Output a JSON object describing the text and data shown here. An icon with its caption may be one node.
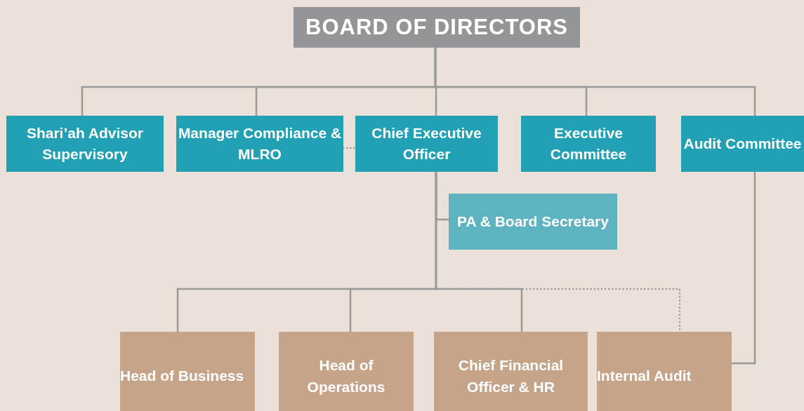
{
  "diagram": {
    "nodes": [
      {
        "text": [
          "BOARD OF DIRECTORS"
        ]
      },
      {
        "text": [
          "Shari’ah Advisor Supervisory"
        ]
      },
      {
        "text": [
          "Manager Compliance & MLRO"
        ]
      },
      {
        "text": [
          "Chief Executive Officer"
        ]
      },
      {
        "text": [
          "Executive Committee"
        ]
      },
      {
        "text": [
          "Audit Committee"
        ]
      },
      {
        "text": [
          "PA & Board Secretary"
        ]
      },
      {
        "text": [
          "Head of Business"
        ]
      },
      {
        "text": [
          "Head of Operations"
        ]
      },
      {
        "text": [
          "Chief Financial Officer & HR"
        ]
      },
      {
        "text": [
          "Internal Audit"
        ]
      }
    ],
    "edges": [
      {
        "from": 0,
        "to": 1,
        "arrow": "none"
      },
      {
        "from": 0,
        "to": 2,
        "arrow": "none"
      },
      {
        "from": 0,
        "to": 3,
        "arrow": "none"
      },
      {
        "from": 0,
        "to": 4,
        "arrow": "none"
      },
      {
        "from": 0,
        "to": 5,
        "arrow": "none"
      },
      {
        "from": 2,
        "to": 3,
        "arrow": "none",
        "style": "dashed"
      },
      {
        "from": 3,
        "to": 6,
        "arrow": "none"
      },
      {
        "from": 3,
        "to": 7,
        "arrow": "none"
      },
      {
        "from": 3,
        "to": 8,
        "arrow": "none"
      },
      {
        "from": 3,
        "to": 9,
        "arrow": "none"
      },
      {
        "from": 3,
        "to": 10,
        "arrow": "none",
        "style": "dashed"
      },
      {
        "from": 5,
        "to": 10,
        "arrow": "none"
      }
    ]
  }
}
